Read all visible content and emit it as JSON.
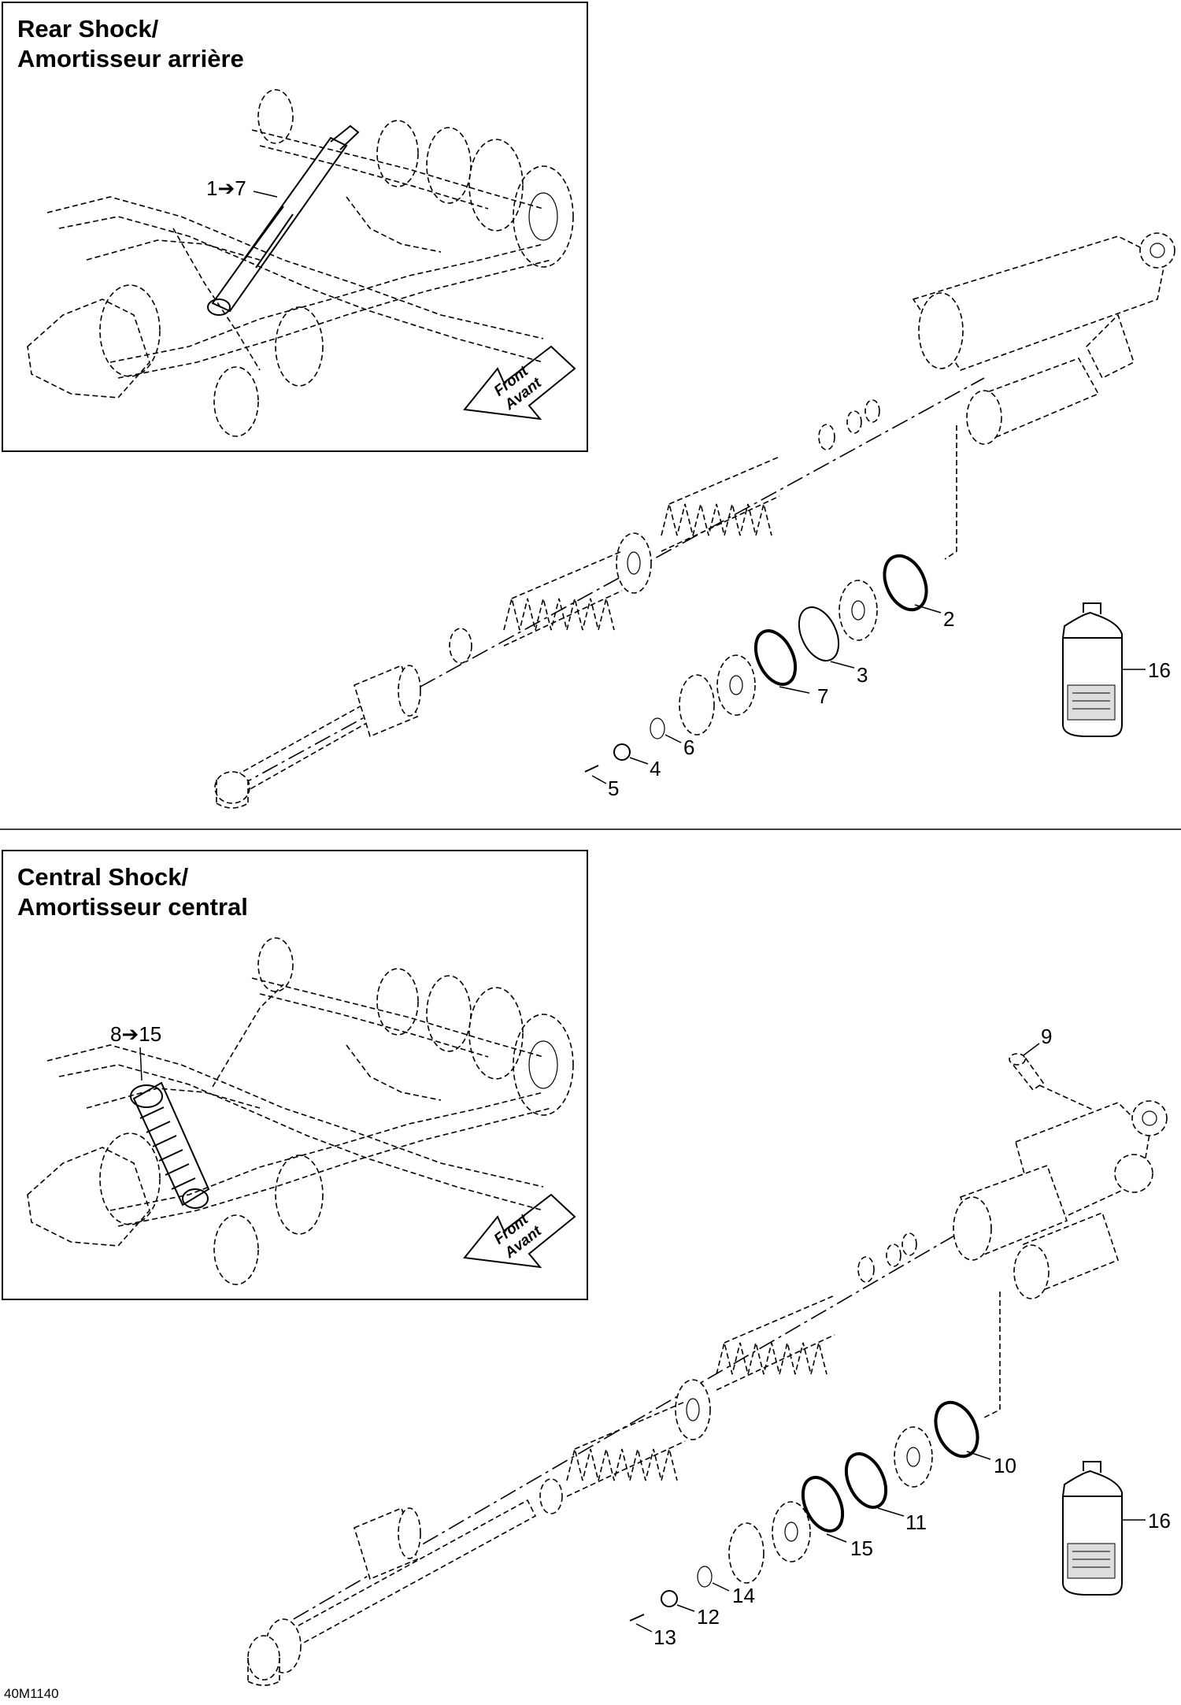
{
  "top_panel": {
    "title_line1": "Rear Shock/",
    "title_line2": "Amortisseur arrière",
    "range_label": "1➔7",
    "arrow_line1": "Front",
    "arrow_line2": "Avant",
    "callouts": [
      "2",
      "3",
      "4",
      "5",
      "6",
      "7",
      "16"
    ]
  },
  "bottom_panel": {
    "title_line1": "Central Shock/",
    "title_line2": "Amortisseur central",
    "range_label": "8➔15",
    "arrow_line1": "Front",
    "arrow_line2": "Avant",
    "callouts": [
      "9",
      "10",
      "11",
      "12",
      "13",
      "14",
      "15",
      "16"
    ]
  },
  "drawing_code": "40M1140"
}
